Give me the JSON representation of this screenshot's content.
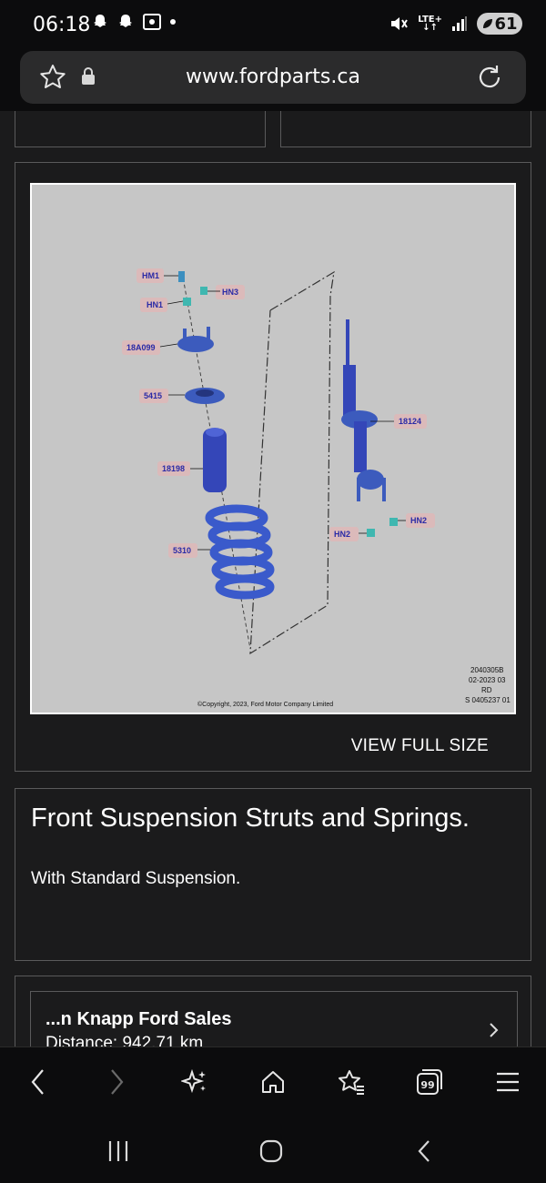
{
  "status": {
    "time": "06:18",
    "lte_top": "LTE+",
    "lte_bottom": "↓↑",
    "battery": "61"
  },
  "browser": {
    "url": "www.fordparts.ca"
  },
  "diagram": {
    "callouts": [
      "HM1",
      "HN3",
      "HN1",
      "18A099",
      "5415",
      "18198",
      "5310",
      "18124",
      "HN2",
      "HN2"
    ],
    "ref_lines": [
      "2040305B",
      "02-2023 03",
      "RD",
      "S 0405237 01"
    ],
    "copyright": "©Copyright, 2023, Ford Motor Company Limited",
    "view_full_label": "VIEW FULL SIZE"
  },
  "part": {
    "title": "Front Suspension Struts and Springs.",
    "description": "With Standard Suspension."
  },
  "dealer": {
    "name": "...n Knapp Ford Sales",
    "distance": "Distance: 942.71 km"
  },
  "icons": {
    "accent": "#244a36",
    "diagram_callout_text": "#2a2aa6",
    "diagram_part_blue": "#3446b8"
  }
}
